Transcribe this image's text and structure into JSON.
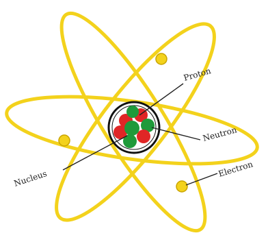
{
  "labels": {
    "proton": "Proton",
    "neutron": "Neutron",
    "nucleus": "Nucleus",
    "electron": "Electron"
  },
  "colors": {
    "orbit": "#f3d21c",
    "electron_fill": "#f3d21c",
    "electron_stroke": "#c9a400",
    "proton": "#e02626",
    "neutron": "#1f9a3a",
    "nucleus_ring": "#111111",
    "leader_line": "#222222"
  }
}
